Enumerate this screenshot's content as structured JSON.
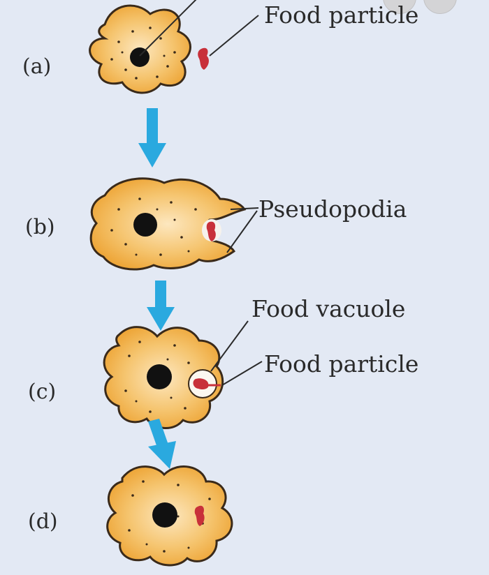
{
  "steps": [
    {
      "id": "a",
      "label": "(a)"
    },
    {
      "id": "b",
      "label": "(b)"
    },
    {
      "id": "c",
      "label": "(c)"
    },
    {
      "id": "d",
      "label": "(d)"
    }
  ],
  "callouts": {
    "food_particle_a": "Food particle",
    "pseudopodia": "Pseudopodia",
    "food_vacuole": "Food vacuole",
    "food_particle_c": "Food particle"
  },
  "colors": {
    "background": "#e3e9f4",
    "cell_body": "#f2b14a",
    "cell_center": "#fde7bf",
    "nucleus": "#111111",
    "food_particle": "#c8303a",
    "arrow": "#2aa9df",
    "outline": "#3a2a1a"
  }
}
